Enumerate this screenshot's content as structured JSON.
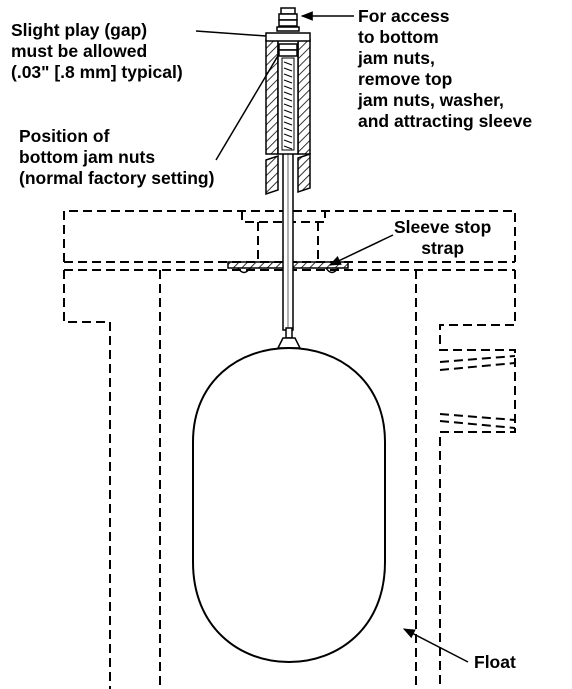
{
  "labels": {
    "gap": [
      "Slight play (gap)",
      "must be allowed",
      "(.03\" [.8 mm] typical)"
    ],
    "access": [
      "For access",
      "to bottom",
      "jam nuts,",
      "remove top",
      "jam nuts, washer,",
      "and attracting sleeve"
    ],
    "position": [
      "Position of",
      "bottom jam nuts",
      "(normal factory setting)"
    ],
    "sleeve_stop": [
      "Sleeve stop",
      "strap"
    ],
    "float": "Float"
  },
  "colors": {
    "line": "#000000",
    "fill": "#ffffff",
    "hatch": "#000000"
  }
}
